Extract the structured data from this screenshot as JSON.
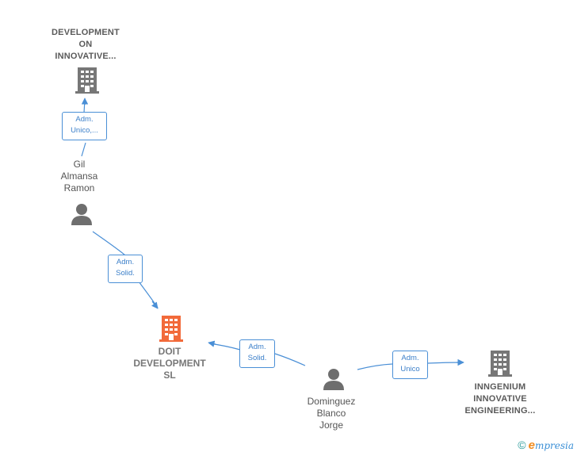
{
  "nodes": {
    "top_company": {
      "lines": [
        "DEVELOPMENT",
        "ON",
        "INNOVATIVE..."
      ]
    },
    "gil": {
      "lines": [
        "Gil",
        "Almansa",
        "Ramon"
      ]
    },
    "doit": {
      "lines": [
        "DOIT",
        "DEVELOPMENT",
        "SL"
      ]
    },
    "dominguez": {
      "lines": [
        "Dominguez",
        "Blanco",
        "Jorge"
      ]
    },
    "inngenium": {
      "lines": [
        "INNGENIUM",
        "INNOVATIVE",
        "ENGINEERING..."
      ]
    }
  },
  "edges": {
    "gil_top": {
      "lines": [
        "Adm.",
        "Unico,..."
      ]
    },
    "gil_doit": {
      "lines": [
        "Adm.",
        "Solid."
      ]
    },
    "dominguez_doit": {
      "lines": [
        "Adm.",
        "Solid."
      ]
    },
    "dominguez_inngenium": {
      "lines": [
        "Adm.",
        "Unico"
      ]
    }
  },
  "colors": {
    "company_icon": "#777777",
    "main_company_icon": "#f26a3a",
    "person_icon": "#6e6e6e",
    "edge": "#4a8fd6"
  },
  "footer": {
    "copyright": "©",
    "brand_initial": "e",
    "brand_rest": "mpresia"
  }
}
